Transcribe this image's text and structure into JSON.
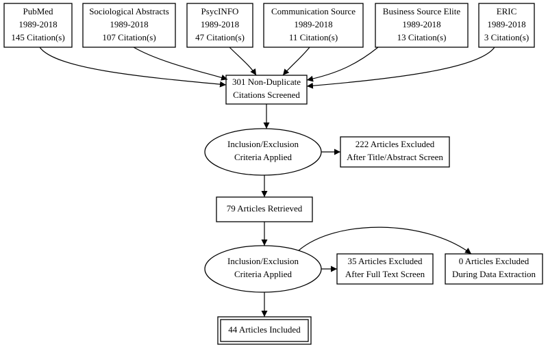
{
  "sources": [
    {
      "name": "PubMed",
      "years": "1989-2018",
      "citations": "145 Citation(s)"
    },
    {
      "name": "Sociological Abstracts",
      "years": "1989-2018",
      "citations": "107 Citation(s)"
    },
    {
      "name": "PsycINFO",
      "years": "1989-2018",
      "citations": "47 Citation(s)"
    },
    {
      "name": "Communication Source",
      "years": "1989-2018",
      "citations": "11 Citation(s)"
    },
    {
      "name": "Business Source Elite",
      "years": "1989-2018",
      "citations": "13 Citation(s)"
    },
    {
      "name": "ERIC",
      "years": "1989-2018",
      "citations": "3 Citation(s)"
    }
  ],
  "screened": {
    "line1": "301 Non-Duplicate",
    "line2": "Citations Screened"
  },
  "criteria1": {
    "line1": "Inclusion/Exclusion",
    "line2": "Criteria Applied"
  },
  "excluded1": {
    "line1": "222 Articles Excluded",
    "line2": "After Title/Abstract Screen"
  },
  "retrieved": {
    "label": "79 Articles Retrieved"
  },
  "criteria2": {
    "line1": "Inclusion/Exclusion",
    "line2": "Criteria Applied"
  },
  "excluded2": {
    "line1": "35 Articles Excluded",
    "line2": "After Full Text Screen"
  },
  "excluded3": {
    "line1": "0 Articles Excluded",
    "line2": "During Data Extraction"
  },
  "included": {
    "label": "44 Articles Included"
  }
}
